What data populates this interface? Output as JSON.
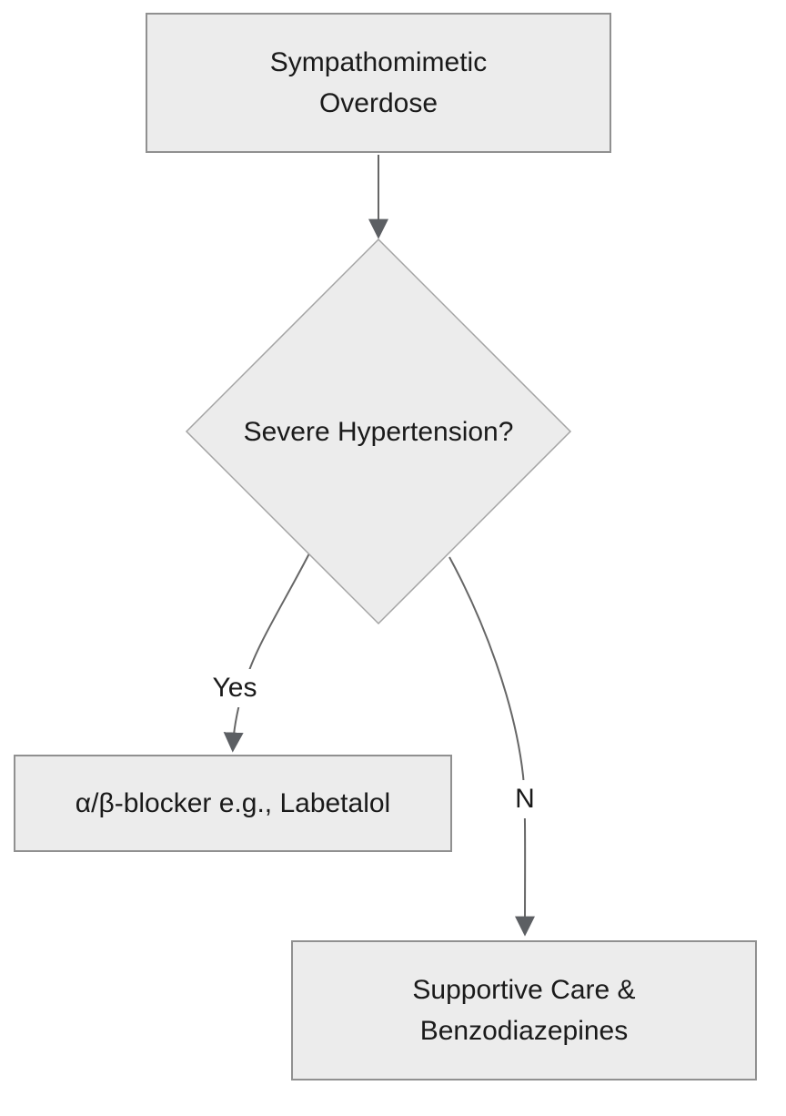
{
  "diagram": {
    "type": "flowchart",
    "nodes": {
      "start": {
        "shape": "rect",
        "lines": [
          "Sympathomimetic",
          "Overdose"
        ]
      },
      "decision": {
        "shape": "diamond",
        "label": "Severe Hypertension?"
      },
      "yes_outcome": {
        "shape": "rect",
        "label": "α/β-blocker e.g., Labetalol"
      },
      "no_outcome": {
        "shape": "rect",
        "lines": [
          "Supportive Care &",
          "Benzodiazepines"
        ]
      }
    },
    "edges": {
      "start_to_decision": {
        "label": ""
      },
      "decision_yes": {
        "label": "Yes"
      },
      "decision_no": {
        "label": "N"
      }
    },
    "colors": {
      "node_fill": "#ececec",
      "node_border": "#909090",
      "diamond_border": "#a3a3a3",
      "edge_line": "#666666",
      "arrowhead": "#5c5f63",
      "text": "#1a1a1a",
      "background": "#ffffff"
    }
  }
}
